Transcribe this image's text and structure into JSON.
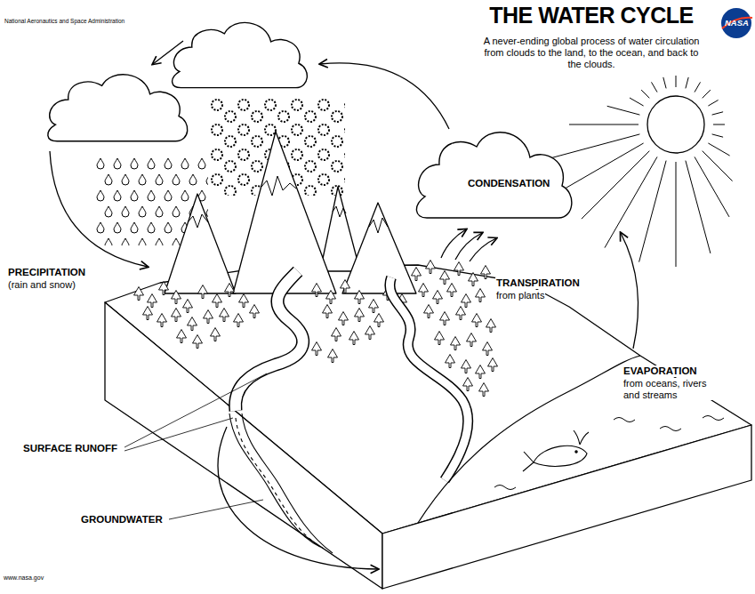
{
  "diagram": {
    "title": "THE WATER CYCLE",
    "caption": "A never-ending global process of water circulation from clouds to the land, to the ocean, and back to the clouds.",
    "nodes": [
      {
        "text": [
          "CONDENSATION"
        ]
      }
    ],
    "labels": [
      "National Aeronautics and Space Administration",
      "NASA",
      "PRECIPITATION",
      "(rain and snow)",
      "TRANSPIRATION",
      "from plants",
      "EVAPORATION",
      "from oceans, rivers and streams",
      "SURFACE RUNOFF",
      "GROUNDWATER",
      "www.nasa.gov"
    ]
  }
}
